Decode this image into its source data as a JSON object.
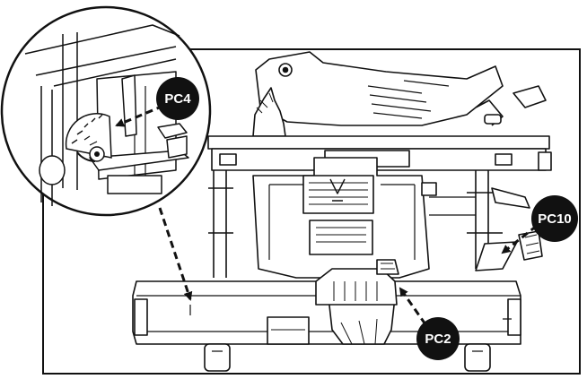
{
  "callouts": {
    "pc4": "PC4",
    "pc10": "PC10",
    "pc2": "PC2"
  },
  "colors": {
    "line": "#111111",
    "callout_fill": "#111111",
    "callout_text": "#ffffff",
    "background": "#ffffff",
    "light_fill": "#f2f2f2"
  }
}
